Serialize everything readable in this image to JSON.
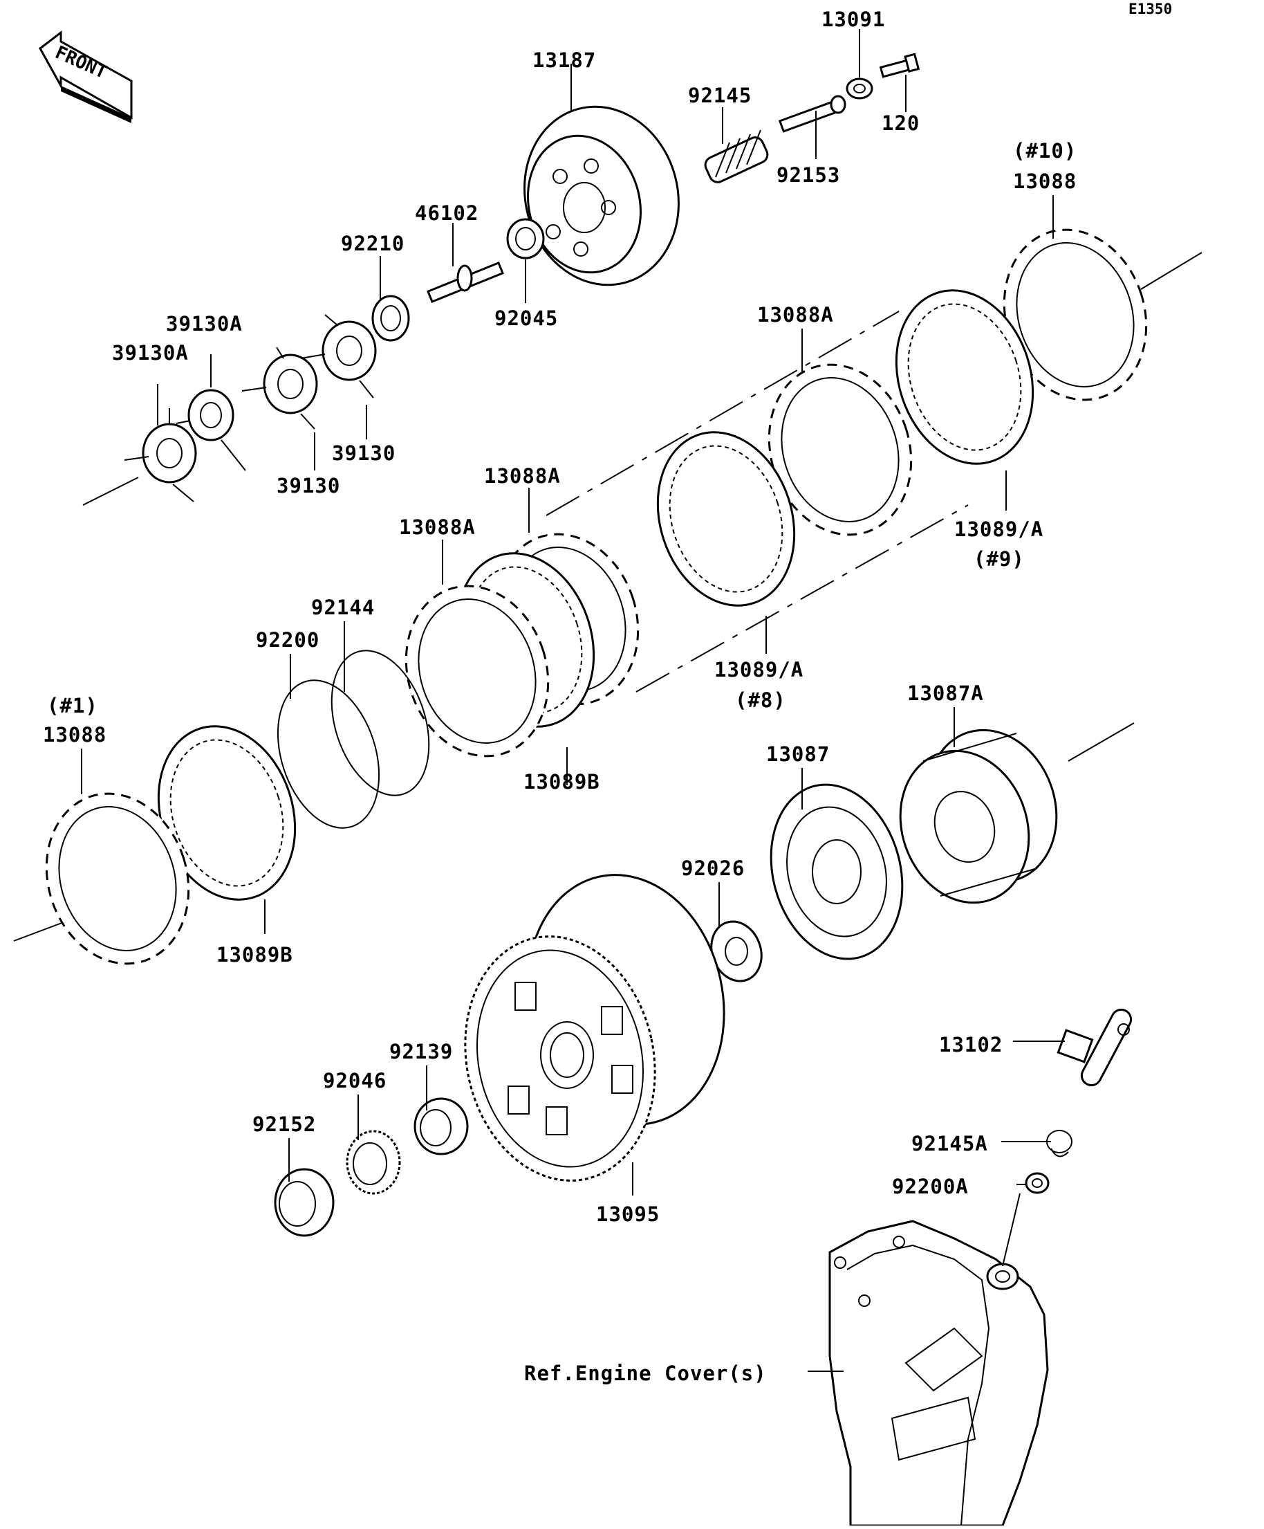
{
  "diagram": {
    "code": "E1350",
    "front_label": "FRONT",
    "ref_label": "Ref.Engine Cover(s)",
    "parts": {
      "p13091": "13091",
      "p13187": "13187",
      "p92145": "92145",
      "p120": "120",
      "p92153": "92153",
      "p10_note": "(#10)",
      "p13088_top": "13088",
      "p46102": "46102",
      "p92210": "92210",
      "p92045": "92045",
      "p39130A_a": "39130A",
      "p39130A_b": "39130A",
      "p39130_a": "39130",
      "p39130_b": "39130",
      "p13088A_top": "13088A",
      "p13088A_mid": "13088A",
      "p13088A_left": "13088A",
      "p13089A_9": "13089/A",
      "p9_note": "(#9)",
      "p92144": "92144",
      "p92200": "92200",
      "p13089A_8": "13089/A",
      "p8_note": "(#8)",
      "p1_note": "(#1)",
      "p13088_left": "13088",
      "p13089B_mid": "13089B",
      "p13087A": "13087A",
      "p13087": "13087",
      "p13089B_left": "13089B",
      "p92026": "92026",
      "p13102": "13102",
      "p92139": "92139",
      "p92046": "92046",
      "p92152": "92152",
      "p92145A": "92145A",
      "p92200A": "92200A",
      "p13095": "13095"
    }
  }
}
